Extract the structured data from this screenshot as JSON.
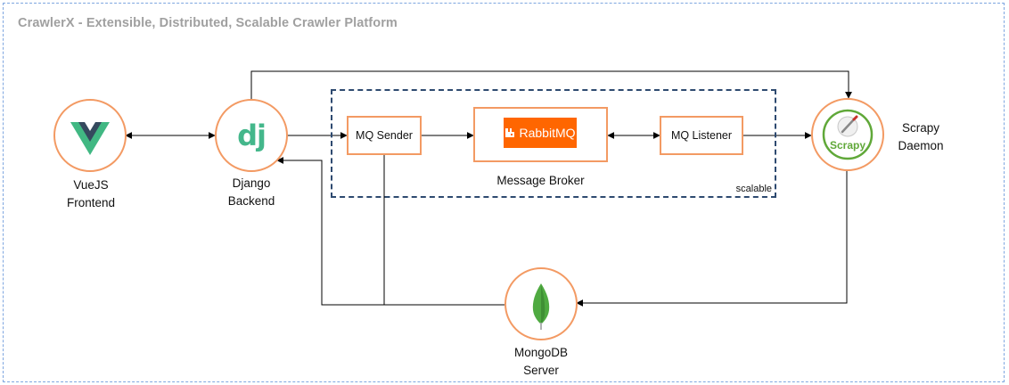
{
  "title": "CrawlerX - Extensible, Distributed, Scalable Crawler Platform",
  "nodes": {
    "vuejs": {
      "label_line1": "VueJS",
      "label_line2": "Frontend"
    },
    "django": {
      "label_line1": "Django",
      "label_line2": "Backend",
      "logo_text": "dj"
    },
    "scrapy": {
      "label_line1": "Scrapy",
      "label_line2": "Daemon",
      "logo_text": "Scrapy"
    },
    "mongodb": {
      "label_line1": "MongoDB",
      "label_line2": "Server"
    }
  },
  "broker": {
    "label": "Message Broker",
    "scalable_label": "scalable",
    "mq_sender": "MQ Sender",
    "mq_listener": "MQ Listener",
    "rabbitmq_logo_text": "RabbitMQ"
  },
  "colors": {
    "node_border": "#f39a63",
    "broker_border": "#2e4a70",
    "frame_border": "#7ea6e0",
    "title": "#a0a0a0",
    "django_green": "#44b78b",
    "vue_green": "#41b883",
    "vue_dark": "#35495e",
    "scrapy_green": "#60a839",
    "rabbitmq_orange": "#ff6600",
    "mongodb_green": "#4faa41"
  },
  "icons": [
    "vuejs-logo-icon",
    "django-logo-icon",
    "rabbitmq-logo-icon",
    "scrapy-logo-icon",
    "mongodb-leaf-icon"
  ]
}
